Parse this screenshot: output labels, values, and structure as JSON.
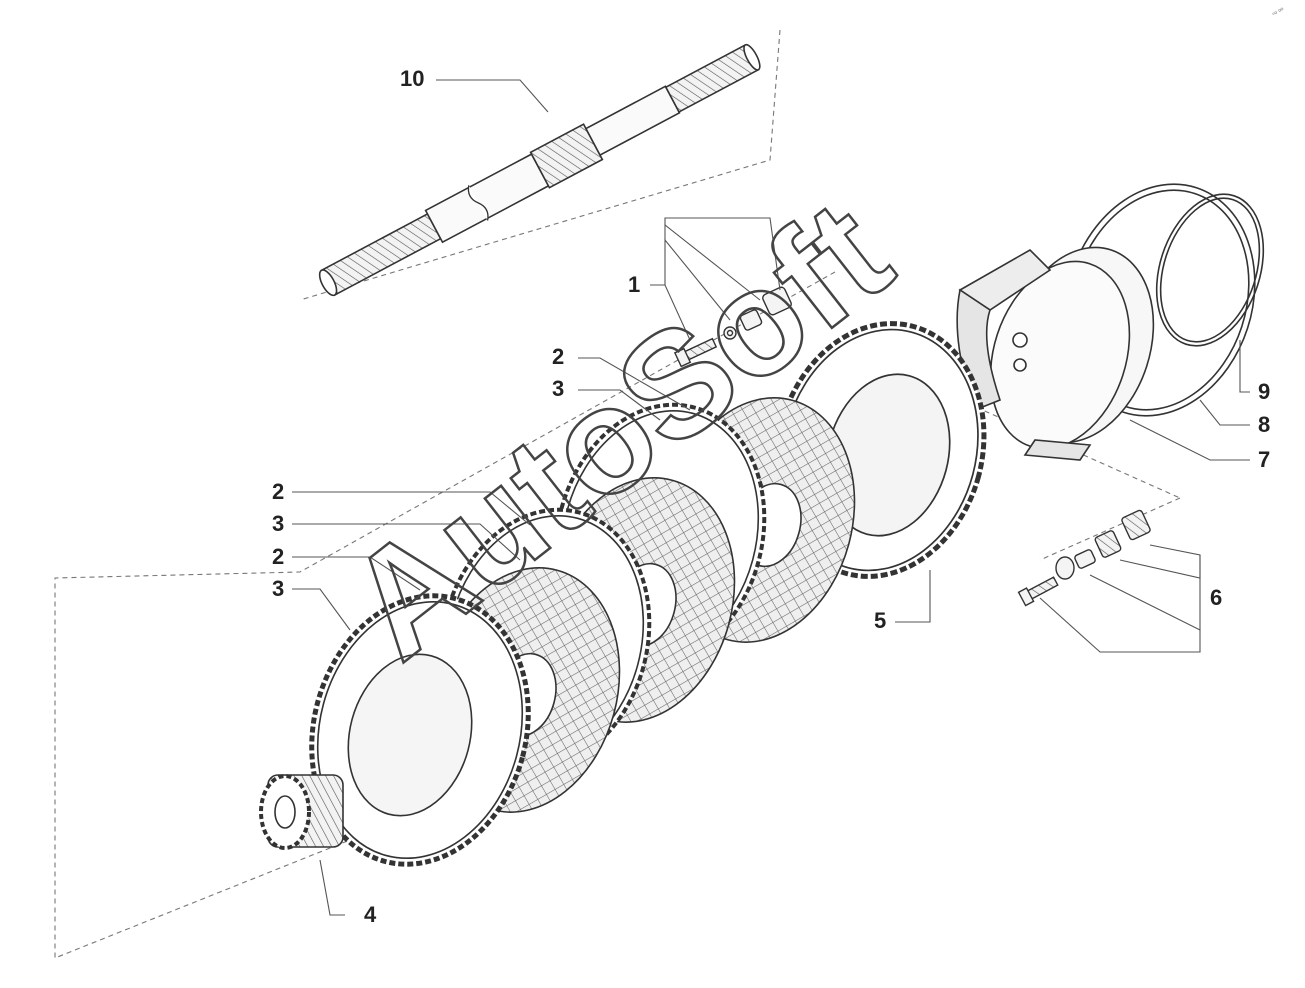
{
  "diagram": {
    "callouts": [
      {
        "id": "c10",
        "text": "10"
      },
      {
        "id": "c1",
        "text": "1"
      },
      {
        "id": "c2a",
        "text": "2"
      },
      {
        "id": "c3a",
        "text": "3"
      },
      {
        "id": "c2b",
        "text": "2"
      },
      {
        "id": "c3b",
        "text": "3"
      },
      {
        "id": "c2c",
        "text": "2"
      },
      {
        "id": "c3c",
        "text": "3"
      },
      {
        "id": "c4",
        "text": "4"
      },
      {
        "id": "c5",
        "text": "5"
      },
      {
        "id": "c6",
        "text": "6"
      },
      {
        "id": "c7",
        "text": "7"
      },
      {
        "id": "c8",
        "text": "8"
      },
      {
        "id": "c9",
        "text": "9"
      }
    ],
    "watermark": "AutoSoft",
    "corner_mark": "°º ºº"
  },
  "colors": {
    "line": "#333333",
    "leader": "#555555",
    "friction_fill": "#e9e9e9",
    "background": "#ffffff"
  }
}
